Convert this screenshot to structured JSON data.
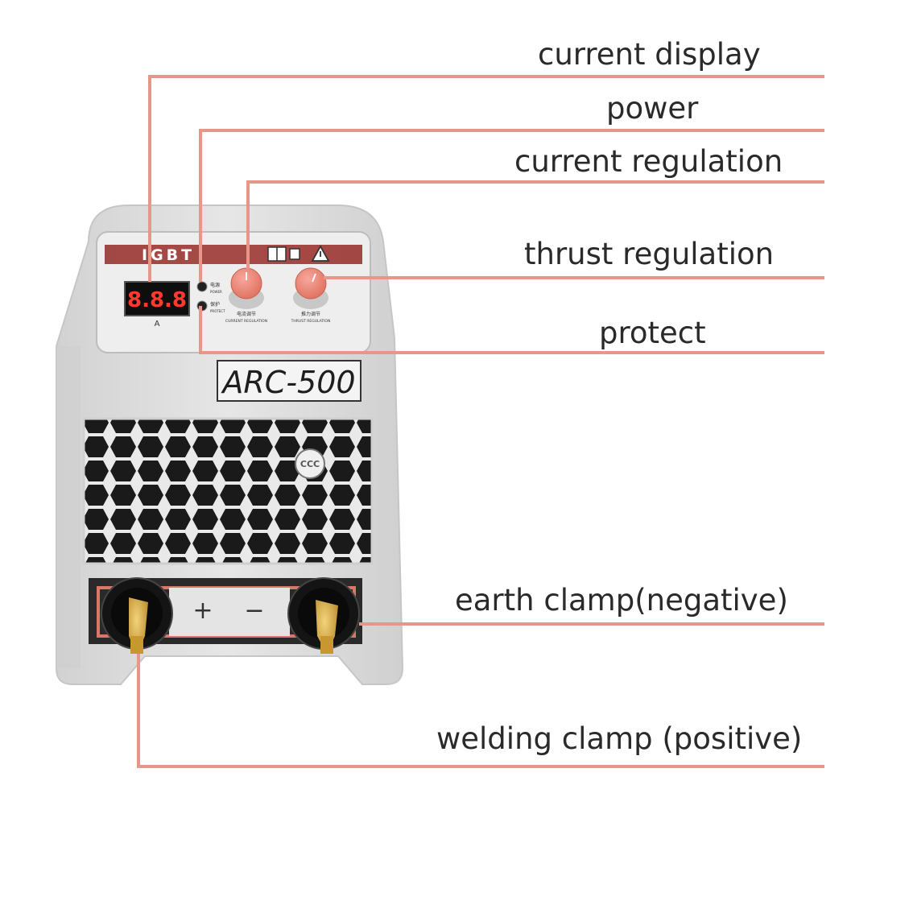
{
  "callouts": [
    {
      "label": "current display"
    },
    {
      "label": "power"
    },
    {
      "label": "current regulation"
    },
    {
      "label": "thrust regulation"
    },
    {
      "label": "protect"
    },
    {
      "label": "earth clamp(negative)"
    },
    {
      "label": "welding clamp (positive)"
    }
  ],
  "machine": {
    "brand_text": "IGBT",
    "model": "ARC-500",
    "display_readout": "8.8.8",
    "display_unit": "A",
    "power_label_cn": "电源",
    "power_label_en": "POWER",
    "protect_label_cn": "保护",
    "protect_label_en": "PROTECT",
    "current_knob_cn": "电流调节",
    "current_knob_en": "CURRENT REGULATION",
    "thrust_knob_cn": "推力调节",
    "thrust_knob_en": "THRUST REGULATION",
    "plus_sign": "+",
    "minus_sign": "−",
    "cert_mark": "CCC"
  },
  "colors": {
    "leader_line": "#e8958a",
    "knob": "#ef8a7c",
    "display_digits": "#ff3b30",
    "body": "#dcdcdc"
  }
}
